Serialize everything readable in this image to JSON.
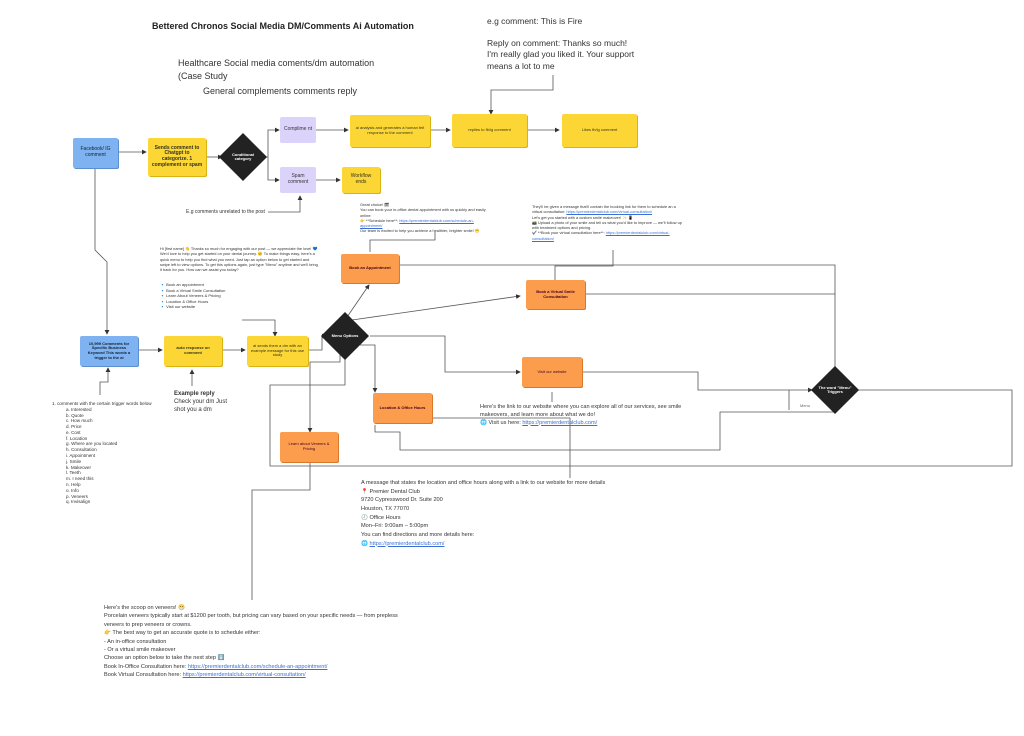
{
  "title": "Bettered Chronos Social Media DM/Comments Ai Automation",
  "subtitle1": "Healthcare Social media coments/dm automation\n (Case Study",
  "subtitle2": "General complements comments reply",
  "example_top": {
    "line1": "e.g  comment: This is Fire",
    "line2": "Reply on comment: Thanks so much! I'm really glad you liked it. Your support means a lot  to me"
  },
  "nodes": {
    "fb_comment": "Facebook/ IG comment",
    "sends_comment": "Sends comment to Chatgpt to categorize. 1 complement or spam",
    "conditional": "Conditional category",
    "compliment": "Complime nt",
    "ai_analysis": "ai analysis and generates a human felt response to the comment",
    "replies": "replies to fb/ig comment",
    "likes": "Likes fb/ig comment",
    "spam": "Spam comment",
    "workflow_ends": "Workflow ends",
    "keyword_trigger": "10,999 Comments for Specific Business Keyword This words a trigger to the ai",
    "auto_response": "auto response on comment",
    "send_dm": "ai sends them a dm with an example message for this use study",
    "menu_options": "Menu Options",
    "book_appointment": "Book an Appointment",
    "virtual_consult": "Book a Virtual Smile Consultation",
    "visit_website": "Visit our website",
    "location_hours": "Location & Office Hours",
    "learn_veneers": "Learn about Veneers & Pricing",
    "end_menu": "The word \"Menu\" Triggers"
  },
  "spam_note": "E.g comments unrelated to the post",
  "example_reply": {
    "label": "Example reply",
    "text": "Check your dm Just shot you a dm"
  },
  "dm_message": {
    "intro": "Hi [first name] 👋 Thanks so much for engaging with our post — we appreciate the love! 💙 We'd love to help you get started on your dental journey. 😊 To make things easy, here's a quick menu to help you find what you need. Just tap an option below to get started and swipe left to view options. To get this options again, just type \"Menu\" anytime and we'll bring it back for you. How can we assist you today?",
    "options": [
      "🔹 Book an appointment",
      "🔹 Book a Virtual Smile Consultation",
      "🔹 Learn About Veneers & Pricing",
      "🔹 Location & Office Hours",
      "🔹 Visit our website"
    ]
  },
  "book_message": {
    "text": "Great choice! 🗓\nYou can book your in-office dental appointment with us quickly and easily online:\n👉 **Schedule here**: ",
    "link": "https://premierdentalclub.com/schedule-an-appointment/",
    "tail": "Our team is excited to help you achieve a healthier, brighter smile! 😁"
  },
  "virtual_message": {
    "text": "They'll be given a message that'll contain the booking link for them to schedule an a virtual consultation: ",
    "link1": "https://premierdentalclub.com/virtual-consultation/",
    "text2": "Let's get you started with a custom smile makeover! ✨ 📱\n📸 Upload a photo of your smile and tell us what you'd like to improve — we'll follow up with treatment options and pricing.\n✔️ **Book your virtual consultation here**: ",
    "link2": "https://premierdentalclub.com/virtual-consultation/"
  },
  "website_message": {
    "text": "Here's the link to our website where you can explore all of our services, see smile makeovers, and learn more about what we do!",
    "prefix": "🌐  Visit us here: ",
    "link": "https://premierdentalclub.com/"
  },
  "location_message": {
    "text": "A message that states the location and office hours along with a link to our website for more details\n📍 Premier Dental Club\n9720 Cypresswood Dr. Suite 200\nHouston, TX 77070\n🕘 Office Hours\nMon–Fri: 9:00am – 5:00pm\nYou can find directions and more details here:",
    "prefix": "🌐 ",
    "link": "https://premierdentalclub.com/"
  },
  "veneers_message": {
    "text": "Here's the scoop on veneers! 😁\nPorcelain veneers typically start at $1200 per tooth, but pricing can vary based on your specific needs — from prepless veneers to prep veneers or crowns.\n👉  The best way to get an accurate quote is to schedule either:\n- An in-office consultation\n- Or a virtual smile makeover\nChoose an option below to take the next step ⬇️",
    "inoffice_prefix": "Book In-Office Consultation here: ",
    "inoffice_link": "https://premierdentalclub.com/schedule-an-appointment/",
    "virtual_prefix": "Book Virtual Consultation here: ",
    "virtual_link": "https://premierdentalclub.com/virtual-consultation/"
  },
  "trigger_words": {
    "intro": "1.  comments with the certain trigger words below",
    "items": [
      "a. Interested",
      "b. Quote",
      "c. How much",
      "d. Price",
      "e. Cost",
      "f. Location",
      "g. Where are you located",
      "h. Consultation",
      "i. Appointment",
      "j. Smile",
      "k. Makeover",
      "l. Teeth",
      "m. I need this",
      "n. Help",
      "o. Info",
      "p. Veneers",
      "q. Invisalign"
    ]
  },
  "arrow_label": "Menu",
  "colors": {
    "blue": "#7fb2f0",
    "yellow": "#fbd634",
    "purple": "#dcd3fb",
    "orange": "#fb9d4d",
    "diamond": "#222222",
    "link": "#3b6fd6"
  }
}
